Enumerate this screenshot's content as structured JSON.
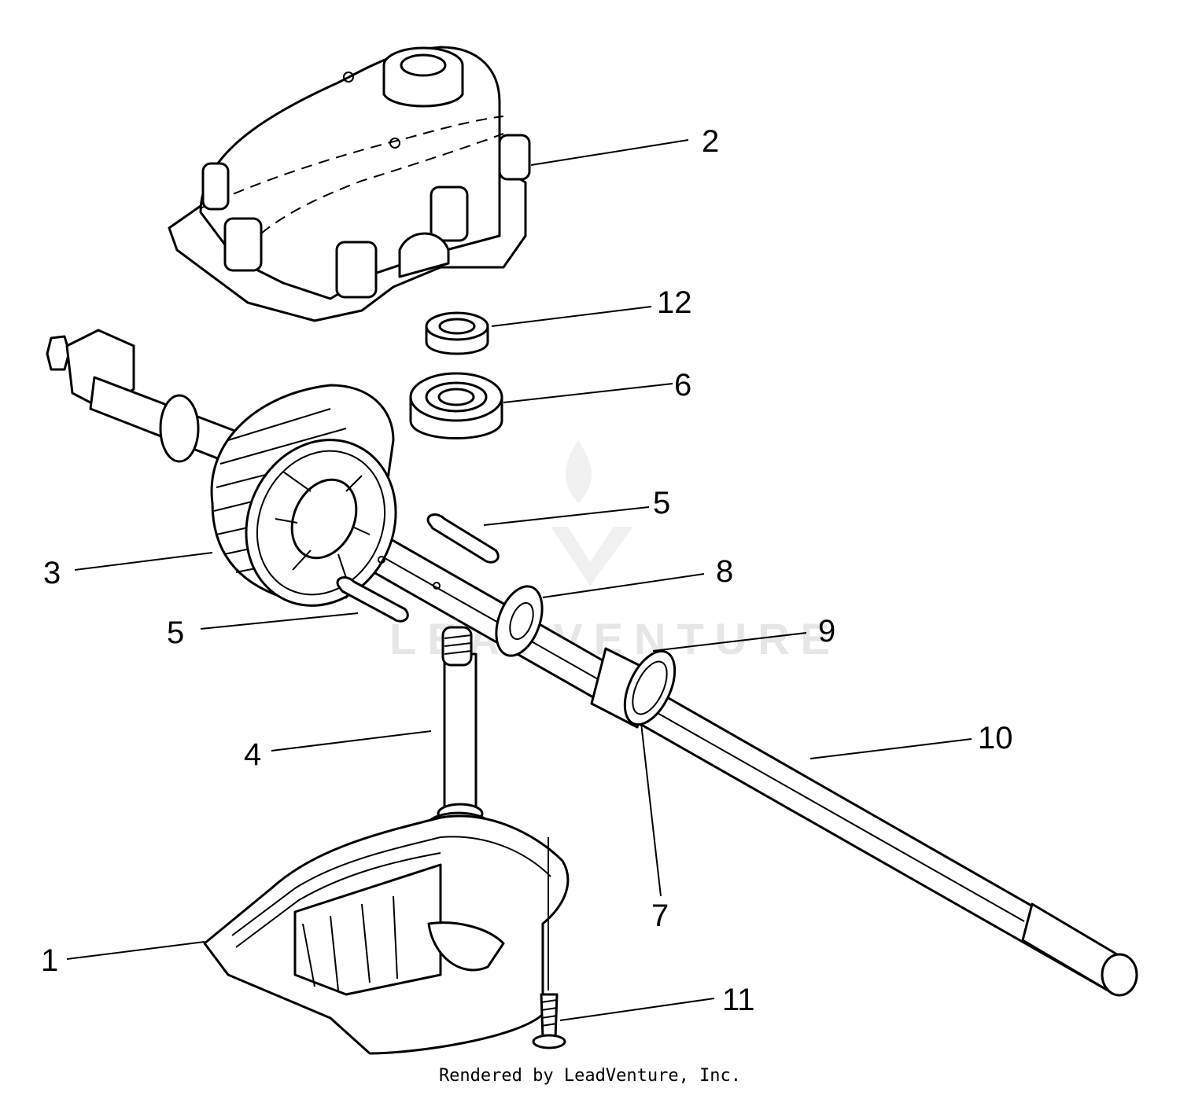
{
  "diagram": {
    "callouts": [
      "1",
      "2",
      "3",
      "4",
      "5",
      "5",
      "6",
      "7",
      "8",
      "9",
      "10",
      "11",
      "12"
    ],
    "watermark": "LEADVENTURE",
    "footer": "Rendered by LeadVenture, Inc."
  }
}
